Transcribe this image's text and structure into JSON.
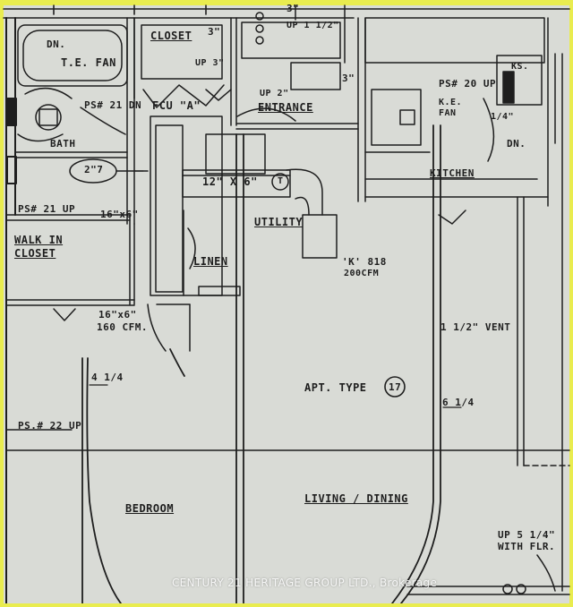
{
  "plan": {
    "apartment_label": "APT. TYPE",
    "apartment_number": "17",
    "paper_color": "#d9dbd6",
    "border_color": "#e9ec4f",
    "ink_color": "#1e1e1e"
  },
  "rooms": {
    "closet": "CLOSET",
    "entrance": "ENTRANCE",
    "bath": "BATH",
    "walk_in_closet_line1": "WALK IN",
    "walk_in_closet_line2": "CLOSET",
    "linen": "LINEN",
    "utility": "UTILITY",
    "kitchen": "KITCHEN",
    "bedroom": "BEDROOM",
    "living_dining": "LIVING / DINING"
  },
  "annotations": {
    "dn_top": "DN.",
    "te_fan": "T.E. FAN",
    "closet_size": "3\"",
    "up_1_half": "UP 1 1/2\"",
    "ps_21_dn": "PS# 21 DN",
    "up_3": "UP 3\"",
    "fcu_a": "FCU \"A\"",
    "up_2": "UP 2\"",
    "entrance_size_1": "3\"",
    "entrance_size_2": "3\"",
    "duct_2_7": "2\"7",
    "duct_12x6": "12\" X 6\"",
    "ps_21_up": "PS# 21 UP",
    "duct_16x6_top": "16\"x6\"",
    "k_818_line1": "'K' 818",
    "k_818_line2": "200CFM",
    "duct_16x6_bottom_line1": "16\"x6\"",
    "duct_16x6_bottom_line2": "160 CFM.",
    "vent": "1 1/2\" VENT",
    "dim_4": "4 1/4",
    "dim_6": "6 1/4",
    "ps_22_up": "PS.# 22 UP",
    "ps_20_up": "PS# 20 UP",
    "ke_fan_line1": "K.E.",
    "ke_fan_line2": "FAN",
    "ks": "KS.",
    "dn_right": "DN.",
    "quarter": "1/4\"",
    "up_5_line1": "UP 5 1/4\"",
    "up_5_line2": "WITH FLR.",
    "marker_t": "T"
  },
  "watermark": "CENTURY 21 HERITAGE GROUP LTD., Brokerage"
}
